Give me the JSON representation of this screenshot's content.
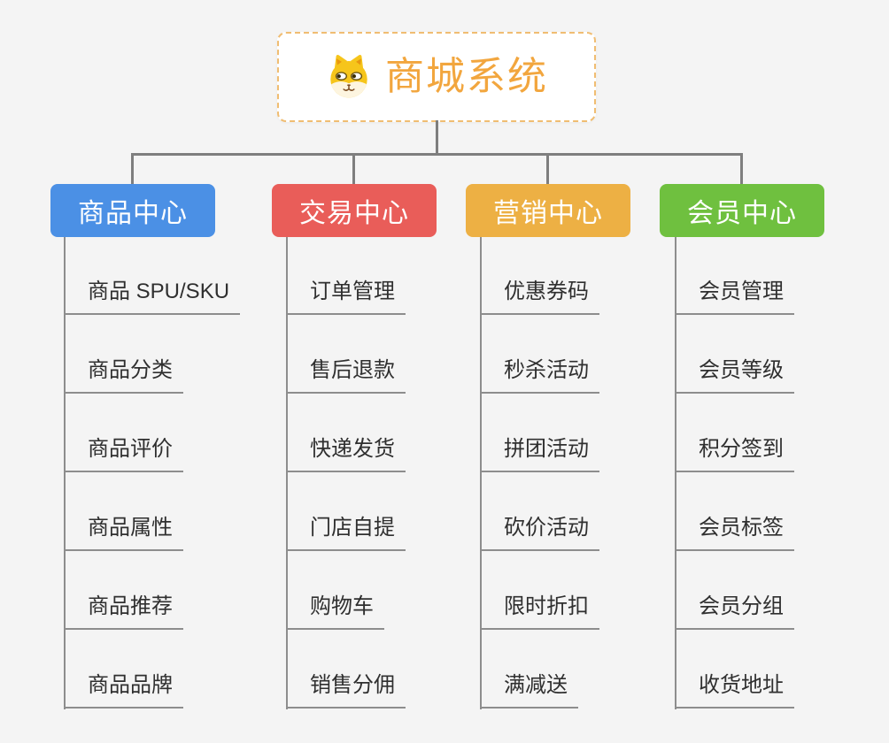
{
  "background_color": "#f4f4f4",
  "connector_color": "#7e7e7e",
  "underline_color": "#8d8d8d",
  "root": {
    "title": "商城系统",
    "icon": "dog-face-icon",
    "title_color": "#f2a63e",
    "border_color": "#f0bd72"
  },
  "branches": [
    {
      "label": "商品中心",
      "color": "#4b90e5",
      "items": [
        "商品 SPU/SKU",
        "商品分类",
        "商品评价",
        "商品属性",
        "商品推荐",
        "商品品牌"
      ]
    },
    {
      "label": "交易中心",
      "color": "#e95d59",
      "items": [
        "订单管理",
        "售后退款",
        "快递发货",
        "门店自提",
        "购物车",
        "销售分佣"
      ]
    },
    {
      "label": "营销中心",
      "color": "#edb044",
      "items": [
        "优惠券码",
        "秒杀活动",
        "拼团活动",
        "砍价活动",
        "限时折扣",
        "满减送"
      ]
    },
    {
      "label": "会员中心",
      "color": "#6fc03f",
      "items": [
        "会员管理",
        "会员等级",
        "积分签到",
        "会员标签",
        "会员分组",
        "收货地址"
      ]
    }
  ]
}
